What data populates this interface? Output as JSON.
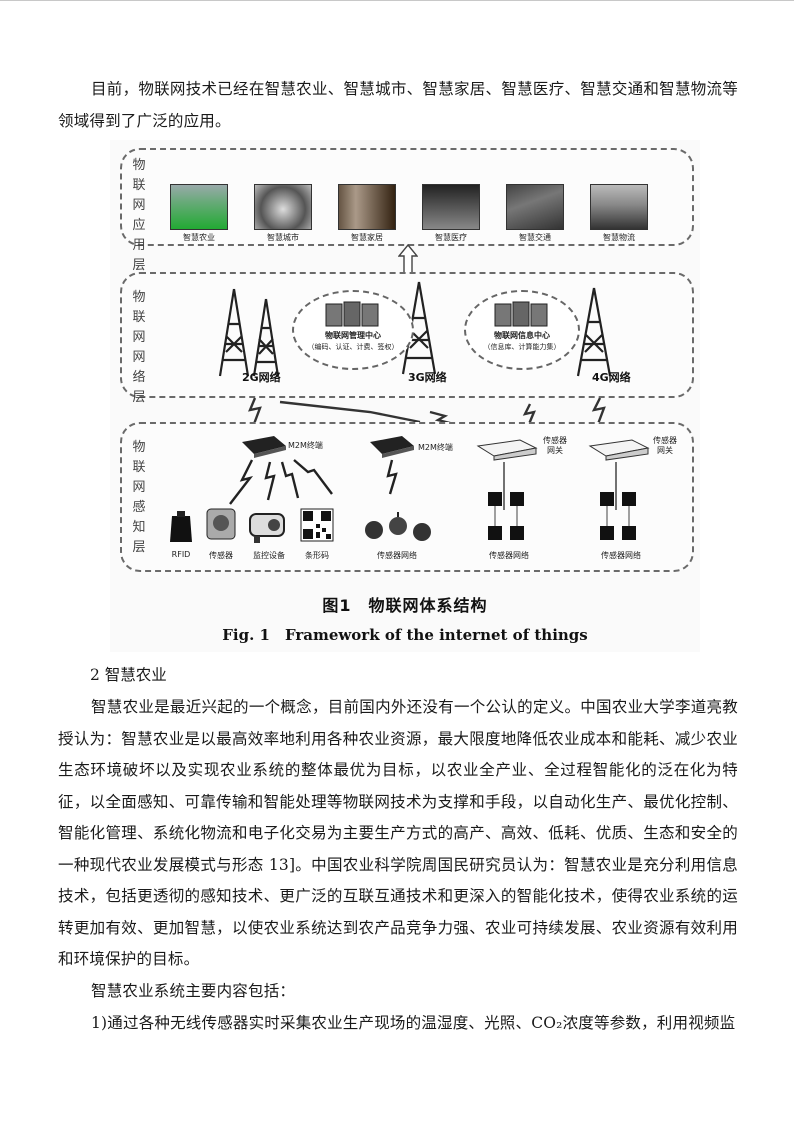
{
  "intro": "目前，物联网技术已经在智慧农业、智慧城市、智慧家居、智慧医疗、智慧交通和智慧物流等领域得到了广泛的应用。",
  "figure": {
    "layers": {
      "application": "物联网应用层",
      "network": "物联网网络层",
      "perception": "物联网感知层"
    },
    "apps": [
      "智慧农业",
      "智慧城市",
      "智慧家居",
      "智慧医疗",
      "智慧交通",
      "智慧物流"
    ],
    "networks": [
      "2G网络",
      "3G网络",
      "4G网络"
    ],
    "center_mgmt": {
      "name": "物联网管理中心",
      "detail": "（编码、认证、计费、签权）"
    },
    "center_info": {
      "name": "物联网信息中心",
      "detail": "（信息库、计算能力集）"
    },
    "m2m_1": "M2M终端",
    "m2m_2": "M2M终端",
    "gateway_1": "传感器网关",
    "gateway_2": "传感器网关",
    "devices": [
      "RFID",
      "传感器",
      "监控设备",
      "条形码",
      "传感器网络",
      "传感器网络",
      "传感器网络"
    ],
    "caption_cn": "图1　物联网体系结构",
    "caption_en": "Fig. 1　Framework of the internet of things"
  },
  "section_heading": "2 智慧农业",
  "para1": "智慧农业是最近兴起的一个概念，目前国内外还没有一个公认的定义。中国农业大学李道亮教授认为：智慧农业是以最高效率地利用各种农业资源，最大限度地降低农业成本和能耗、减少农业生态环境破坏以及实现农业系统的整体最优为目标，以农业全产业、全过程智能化的泛在化为特征，以全面感知、可靠传输和智能处理等物联网技术为支撑和手段，以自动化生产、最优化控制、智能化管理、系统化物流和电子化交易为主要生产方式的高产、高效、低耗、优质、生态和安全的一种现代农业发展模式与形态 13]。中国农业科学院周国民研究员认为：智慧农业是充分利用信息技术，包括更透彻的感知技术、更广泛的互联互通技术和更深入的智能化技术，使得农业系统的运转更加有效、更加智慧，以使农业系统达到农产品竞争力强、农业可持续发展、农业资源有效利用和环境保护的目标。",
  "para2": "智慧农业系统主要内容包括：",
  "para3": "1)通过各种无线传感器实时采集农业生产现场的温湿度、光照、CO₂浓度等参数，利用视频监"
}
